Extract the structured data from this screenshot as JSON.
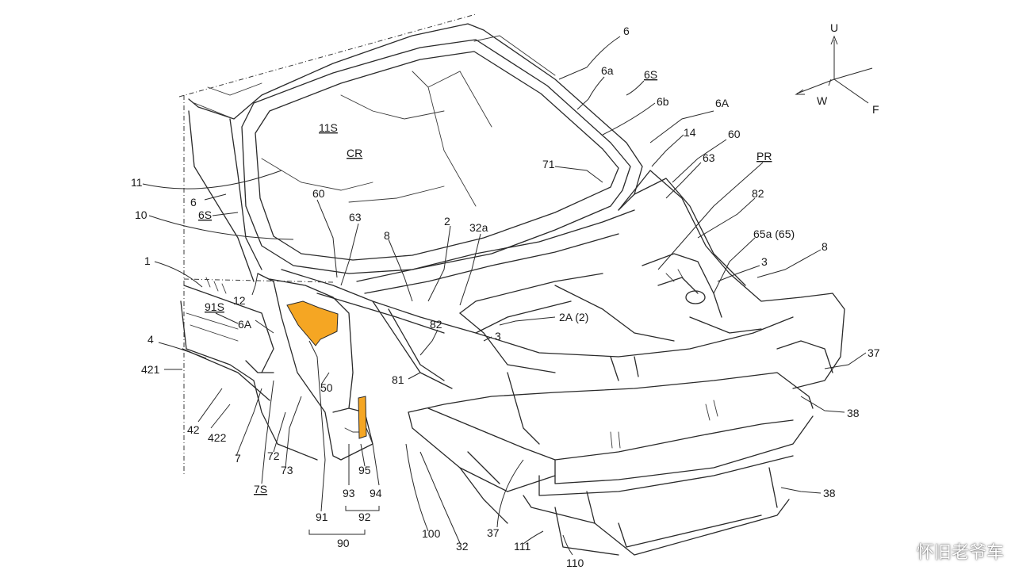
{
  "colors": {
    "highlight": "#f5a623",
    "line": "#2a2a2a"
  },
  "watermark": {
    "text": "怀旧老爷车",
    "icon": "weibo-logo-icon"
  },
  "axes": {
    "up": "U",
    "forward": "F",
    "width": "W"
  },
  "labels": {
    "l6_top": "6",
    "l6a_top": "6a",
    "l6s_top": "6S",
    "l6b": "6b",
    "l6A_top": "6A",
    "l14": "14",
    "l60_right": "60",
    "l63_right": "63",
    "lPR": "PR",
    "l82_right": "82",
    "l65a": "65a (65)",
    "l3_right": "3",
    "l8_right": "8",
    "l37_right": "37",
    "l38_upper": "38",
    "l38_lower": "38",
    "l110": "110",
    "l111": "111",
    "l37_bottom": "37",
    "l32": "32",
    "l100": "100",
    "l94": "94",
    "l95": "95",
    "l93": "93",
    "l92": "92",
    "l91": "91",
    "l90": "90",
    "l7S": "7S",
    "l73": "73",
    "l72": "72",
    "l7": "7",
    "l422": "422",
    "l42": "42",
    "l421": "421",
    "l4": "4",
    "l91S": "91S",
    "l6A_left": "6A",
    "l12": "12",
    "l1": "1",
    "l6S_left": "6S",
    "l6_left": "6",
    "l10": "10",
    "l11": "11",
    "l11S": "11S",
    "lCR": "CR",
    "l60_left": "60",
    "l63_left": "63",
    "l8_mid": "8",
    "l2": "2",
    "l32a": "32a",
    "l71": "71",
    "l2A": "2A (2)",
    "l3_mid": "3",
    "l82_mid": "82",
    "l81": "81",
    "l50": "50"
  }
}
